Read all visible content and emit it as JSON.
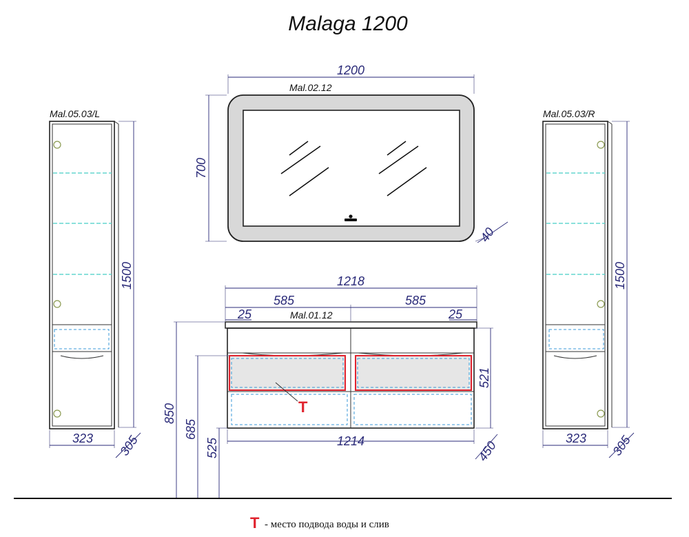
{
  "title": "Malaga 1200",
  "models": {
    "mirror": "Mal.02.12",
    "vanity": "Mal.01.12",
    "cabinet_left": "Mal.05.03/L",
    "cabinet_right": "Mal.05.03/R"
  },
  "dimensions": {
    "mirror_width": "1200",
    "mirror_height": "700",
    "mirror_depth": "40",
    "vanity_top_width": "1218",
    "vanity_bottom_width": "1214",
    "left_basin_width": "585",
    "right_basin_width": "585",
    "left_edge_offset": "25",
    "right_edge_offset": "25",
    "vanity_height": "521",
    "vanity_depth": "450",
    "floor_to_top": "850",
    "floor_to_basin": "685",
    "floor_to_bottom": "525",
    "cabinet_left_height": "1500",
    "cabinet_left_width": "323",
    "cabinet_left_depth": "305",
    "cabinet_right_height": "1500",
    "cabinet_right_width": "323",
    "cabinet_right_depth": "305"
  },
  "legend": {
    "marker": "T",
    "text": "- место подвода воды и слив",
    "marker_color": "#e0232e"
  },
  "colors": {
    "dimension": "#2a2a78",
    "glass_shelf": "#63d6cf",
    "hidden_line": "#3a9ad8",
    "basin_highlight": "#e0232e",
    "basin_fill": "#e6e6e6",
    "mirror_frame": "#d8d8d8"
  }
}
